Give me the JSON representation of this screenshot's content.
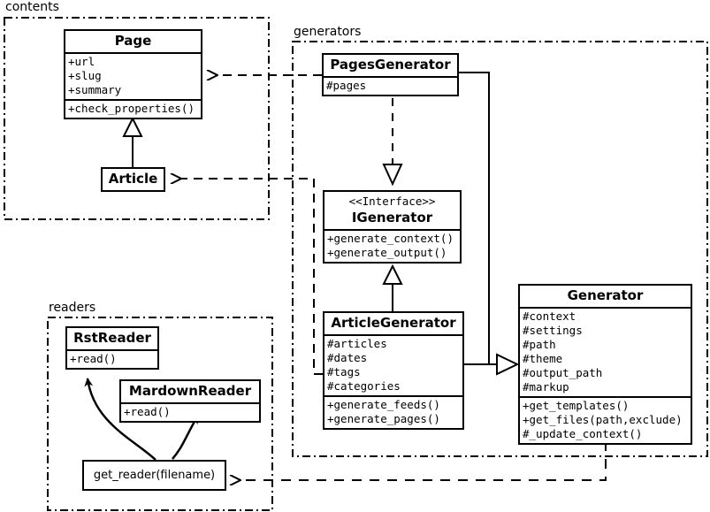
{
  "diagram": {
    "title": "UML class diagram",
    "type": "uml-class-diagram",
    "colors": {
      "stroke": "#000000",
      "fill": "#ffffff",
      "background": "#ffffff"
    }
  },
  "packages": [
    {
      "id": "contents",
      "label": "contents"
    },
    {
      "id": "generators",
      "label": "generators"
    },
    {
      "id": "readers",
      "label": "readers"
    }
  ],
  "classes": {
    "page": {
      "name": "Page",
      "attributes": [
        "+url",
        "+slug",
        "+summary"
      ],
      "operations": [
        "+check_properties()"
      ]
    },
    "article": {
      "name": "Article",
      "attributes": [],
      "operations": []
    },
    "pages_generator": {
      "name": "PagesGenerator",
      "attributes": [
        "#pages"
      ],
      "operations": []
    },
    "igenerator": {
      "stereotype": "<<Interface>>",
      "name": "IGenerator",
      "attributes": [],
      "operations": [
        "+generate_context()",
        "+generate_output()"
      ]
    },
    "article_generator": {
      "name": "ArticleGenerator",
      "attributes": [
        "#articles",
        "#dates",
        "#tags",
        "#categories"
      ],
      "operations": [
        "+generate_feeds()",
        "+generate_pages()"
      ]
    },
    "generator": {
      "name": "Generator",
      "attributes": [
        "#context",
        "#settings",
        "#path",
        "#theme",
        "#output_path",
        "#markup"
      ],
      "operations": [
        "+get_templates()",
        "+get_files(path,exclude)",
        "#_update_context()"
      ]
    },
    "rst_reader": {
      "name": "RstReader",
      "attributes": [],
      "operations": [
        "+read()"
      ]
    },
    "mardown_reader": {
      "name": "MardownReader",
      "attributes": [],
      "operations": [
        "+read()"
      ]
    },
    "get_reader": {
      "name": "get_reader(filename)",
      "attributes": [],
      "operations": []
    }
  },
  "relationships": [
    {
      "kind": "dependency",
      "from": "pages_generator",
      "to": "page",
      "style": "dashed",
      "arrow": "open"
    },
    {
      "kind": "dependency",
      "from": "article_generator",
      "to": "article",
      "style": "dashed",
      "arrow": "open"
    },
    {
      "kind": "generalization",
      "from": "article",
      "to": "page",
      "style": "solid",
      "arrow": "hollow-triangle"
    },
    {
      "kind": "realization",
      "from": "pages_generator",
      "to": "igenerator",
      "style": "dashed",
      "arrow": "hollow-triangle"
    },
    {
      "kind": "generalization",
      "from": "article_generator",
      "to": "igenerator",
      "style": "solid",
      "arrow": "hollow-triangle"
    },
    {
      "kind": "generalization",
      "from": "pages_generator",
      "to": "generator",
      "style": "solid",
      "arrow": "hollow-triangle"
    },
    {
      "kind": "generalization",
      "from": "article_generator",
      "to": "generator",
      "style": "solid",
      "arrow": "hollow-triangle"
    },
    {
      "kind": "dependency",
      "from": "generator",
      "to": "get_reader",
      "style": "dashed",
      "arrow": "open"
    },
    {
      "kind": "association",
      "from": "get_reader",
      "to": "rst_reader",
      "style": "curved",
      "arrow": "filled"
    },
    {
      "kind": "association",
      "from": "get_reader",
      "to": "mardown_reader",
      "style": "curved",
      "arrow": "filled"
    }
  ]
}
